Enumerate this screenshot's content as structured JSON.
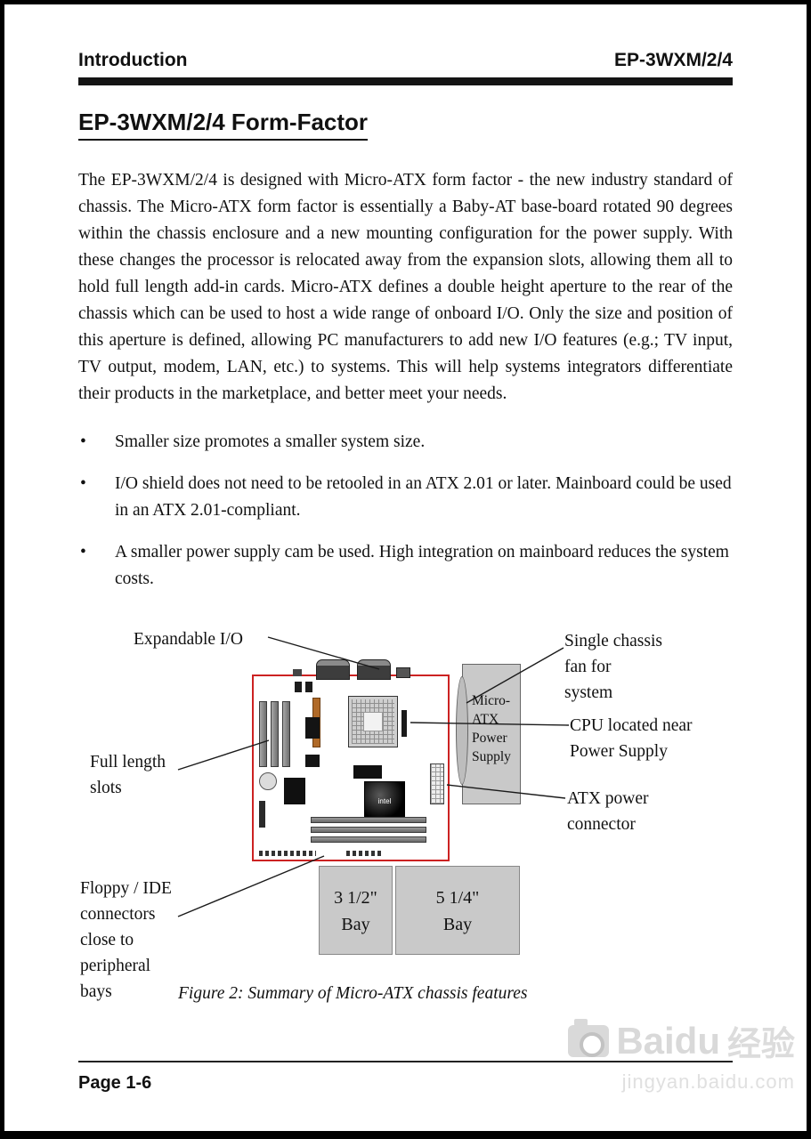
{
  "header": {
    "section": "Introduction",
    "model": "EP-3WXM/2/4"
  },
  "title": "EP-3WXM/2/4 Form-Factor",
  "body": {
    "paragraph": "The EP-3WXM/2/4 is designed with Micro-ATX form factor - the new industry standard of chassis.  The Micro-ATX form factor is essentially a Baby-AT base-board rotated 90 degrees within the chassis enclosure and a new mounting configuration for the power supply. With these changes the processor is relocated away from the expansion slots, allowing them all to hold full length add-in cards. Micro-ATX defines a double height aperture to the rear of the chassis which can be used to host a wide range of onboard I/O.  Only the size and position of this aperture is defined, allowing PC manufacturers to add new I/O features (e.g.; TV input, TV output,  modem, LAN, etc.) to systems.  This will help systems integrators differentiate their products in the marketplace, and better meet your needs.",
    "bullets": [
      "Smaller size promotes a smaller system size.",
      "I/O shield does not need to be retooled in an ATX 2.01 or later. Mainboard could be used in an ATX 2.01-compliant.",
      "A smaller power supply cam be used. High integration on mainboard reduces the system costs."
    ]
  },
  "figure": {
    "caption": "Figure 2:  Summary of Micro-ATX chassis features",
    "callouts": {
      "expandable_io": "Expandable I/O",
      "single_chassis_fan": "Single chassis\nfan for\nsystem",
      "cpu_near_psu": "CPU located near\nPower Supply",
      "atx_power": "ATX power\nconnector",
      "full_length_slots": "Full length\nslots",
      "floppy_ide": "Floppy / IDE\nconnectors\nclose to\nperipheral\nbays"
    },
    "diagram": {
      "power_supply": "Micro-\nATX\nPower\nSupply",
      "bay_small": "3 1/2\"\nBay",
      "bay_large": "5 1/4\"\nBay",
      "chipset_label": "intel"
    }
  },
  "footer": {
    "page": "Page 1-6"
  },
  "watermark": {
    "brand": "Baidu",
    "brand_cn": "经验",
    "url": "jingyan.baidu.com"
  },
  "colors": {
    "board_outline": "#cc2222",
    "header_bar": "#141414",
    "psu_fill": "#c9c9c9",
    "bay_fill": "#c9c9c9"
  }
}
